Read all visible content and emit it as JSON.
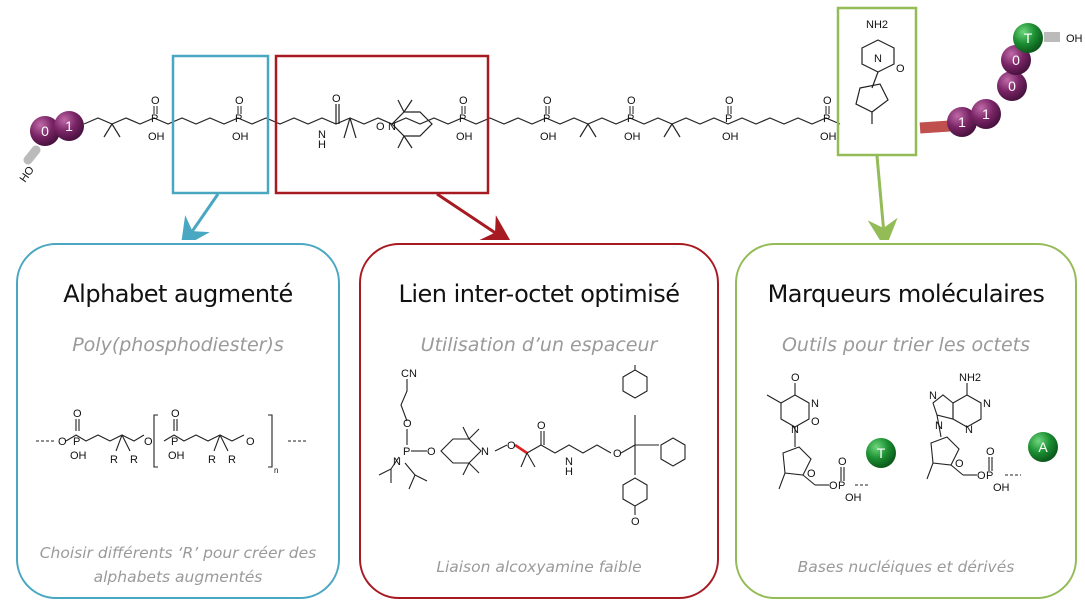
{
  "chain": {
    "left_end": "HO",
    "right_end": "OH",
    "left_beads": [
      "0",
      "1"
    ],
    "right_beads": [
      "1",
      "1",
      "0",
      "0"
    ],
    "marker_bead": "T",
    "atoms": {
      "oh": "OH",
      "o": "O",
      "p": "P",
      "n": "N",
      "h": "H",
      "nh2": "NH2"
    }
  },
  "colors": {
    "blue": "#4aa7c2",
    "red": "#a81a22",
    "green": "#93bb56",
    "bead": "#7a2566",
    "marker": "#1c8f32",
    "linker": "#c0504d"
  },
  "panels": [
    {
      "title": "Alphabet augmenté",
      "subtitle": "Poly(phosphodiester)s",
      "footer_line1": "Choisir différents ‘R’ pour créer des",
      "footer_line2": "alphabets augmentés",
      "labels": {
        "r": "R",
        "n": "n",
        "oh": "OH",
        "o": "O",
        "p": "P"
      }
    },
    {
      "title": "Lien inter-octet optimisé",
      "subtitle": "Utilisation d’un espaceur",
      "footer": "Liaison alcoxyamine faible",
      "labels": {
        "cn": "CN",
        "o": "O",
        "p": "P",
        "n": "N",
        "h": "H"
      }
    },
    {
      "title": "Marqueurs moléculaires",
      "subtitle": "Outils pour trier les octets",
      "footer": "Bases nucléiques et dérivés",
      "badges": [
        "T",
        "A"
      ],
      "labels": {
        "nh2": "NH2",
        "o": "O",
        "p": "P",
        "n": "N",
        "oh": "OH"
      }
    }
  ]
}
